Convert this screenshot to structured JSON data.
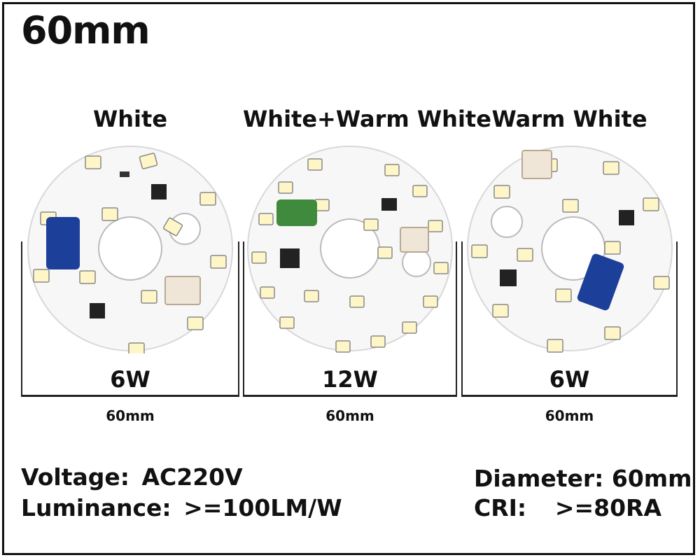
{
  "title": "60mm",
  "panels": [
    {
      "label": "White",
      "wattage": "6W",
      "dimension": "60mm"
    },
    {
      "label": "White+Warm White",
      "wattage": "12W",
      "dimension": "60mm"
    },
    {
      "label": "Warm White",
      "wattage": "6W",
      "dimension": "60mm"
    }
  ],
  "specs": {
    "voltage_label": "Voltage:",
    "voltage_value": "AC220V",
    "luminance_label": "Luminance:",
    "luminance_value": ">=100LM/W",
    "diameter_label": "Diameter:",
    "diameter_value": "60mm",
    "cri_label": "CRI:",
    "cri_value": ">=80RA"
  },
  "colors": {
    "pcb": "#f7f7f7",
    "led": "#fff6c8",
    "cap_blue": "#1c3f9a",
    "cap_green": "#3f8a3c",
    "text": "#111111"
  }
}
